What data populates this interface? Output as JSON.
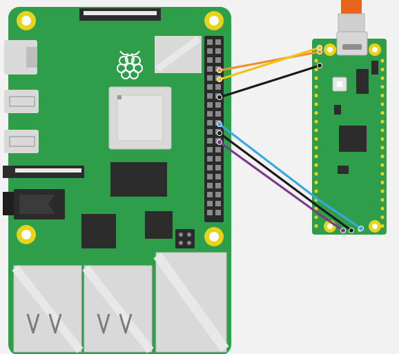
{
  "diagram": {
    "kind": "wiring-diagram",
    "colors": {
      "background": "#f2f2f2",
      "pcb": "#2e9e4a",
      "pcb_dark": "#238a3d",
      "chip": "#2c2c2c",
      "mount_hole": "#e6d31a",
      "header_pin": "#8a8a8a",
      "metal": "#d9d9d9",
      "metal_dark": "#bdbdbd",
      "usb_cable": "#e8661c"
    },
    "components": {
      "host_board": {
        "name": "raspberry-pi",
        "icon": "raspberry-logo-icon"
      },
      "target_board": {
        "name": "raspberry-pi-pico",
        "icon": "usb-micro-connector-icon"
      }
    },
    "wires": [
      {
        "id": "w1",
        "color": "#e8962a",
        "label": ""
      },
      {
        "id": "w2",
        "color": "#f2c21b",
        "label": ""
      },
      {
        "id": "w3",
        "color": "#1a1a1a",
        "label": ""
      },
      {
        "id": "w4",
        "color": "#36a9dc",
        "label": ""
      },
      {
        "id": "w5",
        "color": "#1a1a1a",
        "label": ""
      },
      {
        "id": "w6",
        "color": "#7b3a8a",
        "label": ""
      }
    ]
  }
}
